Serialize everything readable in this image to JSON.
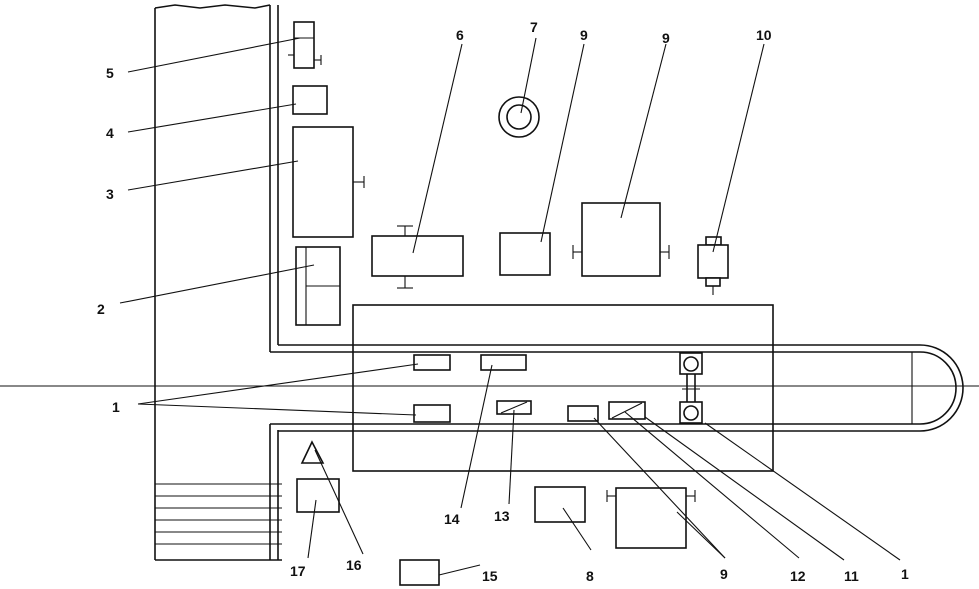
{
  "labels": {
    "l1a": "1",
    "l1b": "1",
    "l2": "2",
    "l3": "3",
    "l4": "4",
    "l5": "5",
    "l6": "6",
    "l7": "7",
    "l8": "8",
    "l9a": "9",
    "l9b": "9",
    "l9c": "9",
    "l10": "10",
    "l11": "11",
    "l12": "12",
    "l13": "13",
    "l14": "14",
    "l15": "15",
    "l16": "16",
    "l17": "17"
  }
}
